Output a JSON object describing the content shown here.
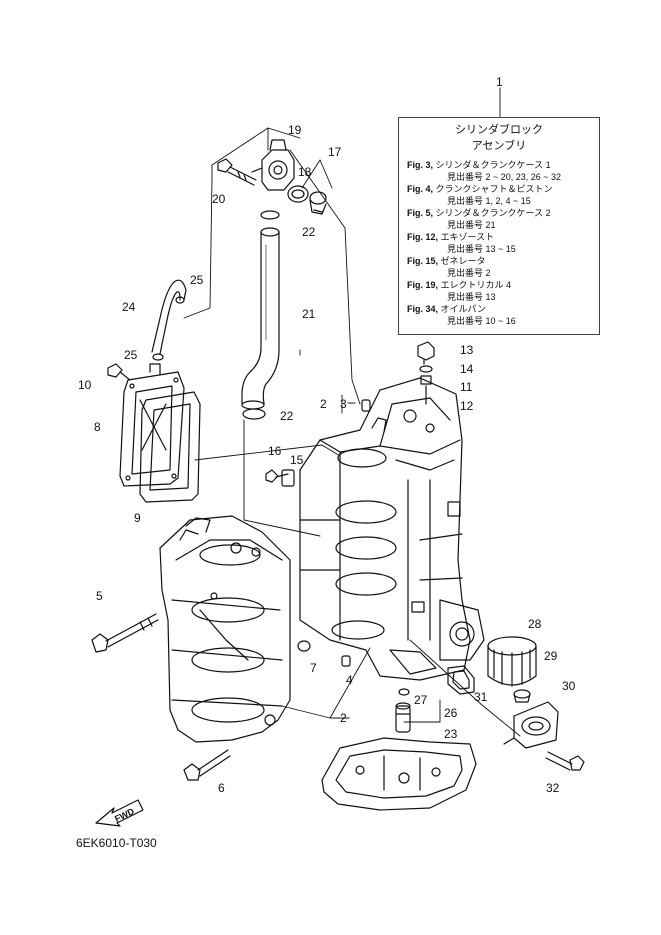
{
  "assembly": {
    "number": "1",
    "title_line1": "シリンダブロック",
    "title_line2": "アセンブリ",
    "references": [
      {
        "fig": "Fig. 3,",
        "name": "シリンダ＆クランクケース 1",
        "items": "見出番号 2 ~ 20, 23, 26 ~ 32"
      },
      {
        "fig": "Fig. 4,",
        "name": "クランクシャフト＆ピストン",
        "items": "見出番号 1, 2, 4 ~ 15"
      },
      {
        "fig": "Fig. 5,",
        "name": "シリンダ＆クランクケース 2",
        "items": "見出番号 21"
      },
      {
        "fig": "Fig. 12,",
        "name": "エキゾースト",
        "items": "見出番号 13 ~ 15"
      },
      {
        "fig": "Fig. 15,",
        "name": "ゼネレータ",
        "items": "見出番号 2"
      },
      {
        "fig": "Fig. 19,",
        "name": "エレクトリカル 4",
        "items": "見出番号 13"
      },
      {
        "fig": "Fig. 34,",
        "name": "オイルパン",
        "items": "見出番号 10 ~ 16"
      }
    ]
  },
  "callouts": {
    "c2a": "2",
    "c2b": "2",
    "c3": "3",
    "c4": "4",
    "c5": "5",
    "c6": "6",
    "c7": "7",
    "c8": "8",
    "c9": "9",
    "c10": "10",
    "c11": "11",
    "c12": "12",
    "c13": "13",
    "c14": "14",
    "c15": "15",
    "c16": "16",
    "c17": "17",
    "c18": "18",
    "c19": "19",
    "c20": "20",
    "c21": "21",
    "c22a": "22",
    "c22b": "22",
    "c23": "23",
    "c24": "24",
    "c25a": "25",
    "c25b": "25",
    "c26": "26",
    "c27": "27",
    "c28": "28",
    "c29": "29",
    "c30": "30",
    "c31": "31",
    "c32": "32"
  },
  "fwd_label": "FWD",
  "diagram_code": "6EK6010-T030"
}
